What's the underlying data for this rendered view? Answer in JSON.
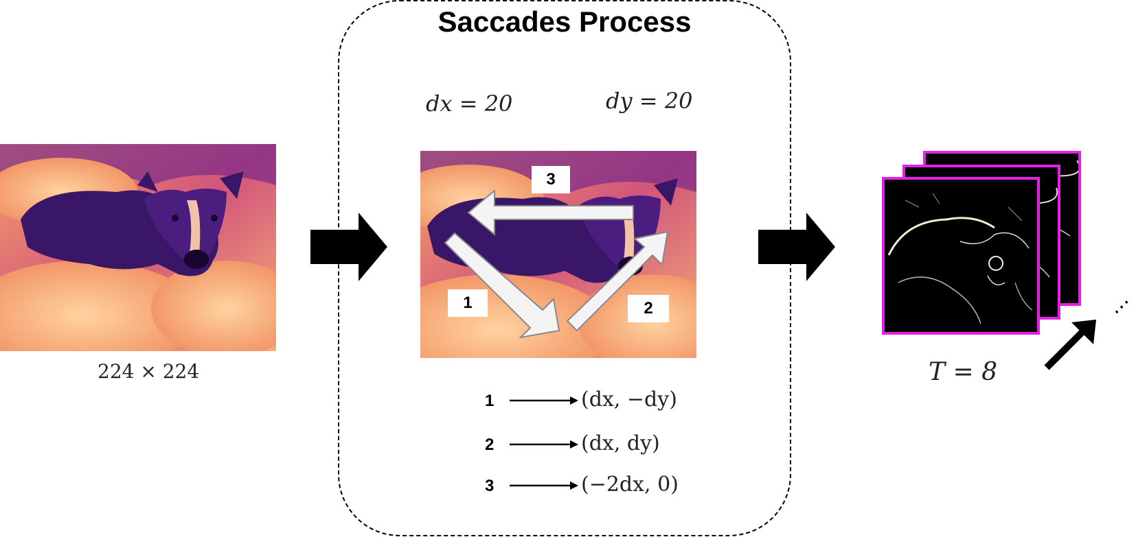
{
  "title": "Saccades Process",
  "input_image": {
    "size_label": "224 × 224"
  },
  "params": {
    "dx_label": "dx = 20",
    "dy_label": "dy = 20"
  },
  "saccade_badges": [
    "1",
    "2",
    "3"
  ],
  "mapping": [
    {
      "num": "1",
      "vector": "(dx, −dy)"
    },
    {
      "num": "2",
      "vector": "(dx, dy)"
    },
    {
      "num": "3",
      "vector": "(−2dx, 0)"
    }
  ],
  "output": {
    "time_label": "T = 8",
    "ellipsis": "⋯"
  },
  "colors": {
    "frame_border": "#e61ee6",
    "photo_dark": "#3a1a7a",
    "photo_light": "#f7a86a"
  }
}
